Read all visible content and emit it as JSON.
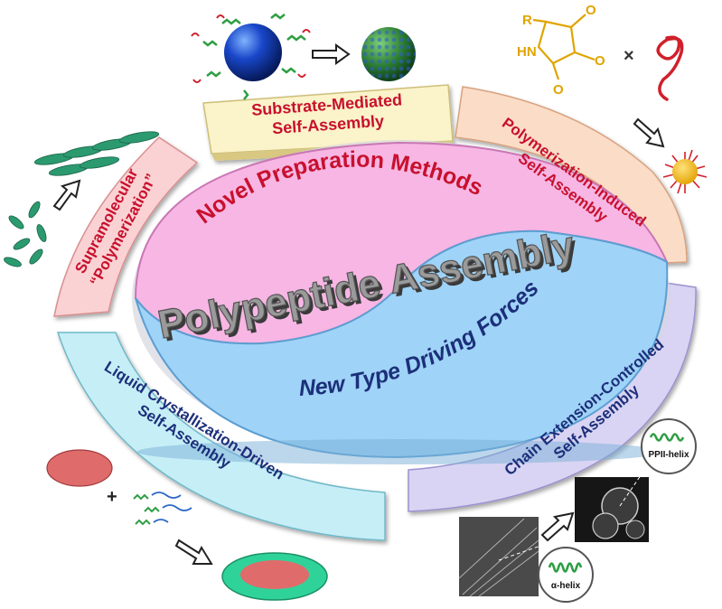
{
  "center": {
    "title": "Polypeptide Assembly",
    "upper_half": "Novel Preparation Methods",
    "lower_half": "New Type Driving Forces"
  },
  "segments": {
    "substrate": [
      "Substrate-Mediated",
      "Self-Assembly"
    ],
    "polymerization_induced": [
      "Polymerization-Induced",
      "Self-Assembly"
    ],
    "supramolecular": [
      "Supramolecular",
      "“Polymerization”"
    ],
    "liquid_crystal": [
      "Liquid Crystallization-Driven",
      "Self-Assembly"
    ],
    "chain_extension": [
      "Chain Extension-Controlled",
      "Self-Assembly"
    ]
  },
  "labels": {
    "monomer_r": "R",
    "monomer_hn": "HN",
    "monomer_o1": "O",
    "monomer_o2": "O",
    "monomer_o3": "O",
    "plus_top": "×",
    "plus_bottom": "+",
    "ppii_helix": "PPII-helix",
    "alpha_helix": "α-helix"
  },
  "colors": {
    "pink": "#f7b6e4",
    "blue": "#9fd3f7",
    "red_text": "#c8102e",
    "navy_text": "#1c2f7a",
    "yellow_band": "#fbf3c9",
    "peach_band": "#fbdcc7",
    "rose_band": "#fbd2d3",
    "cyan_band": "#c6eef6",
    "lavender_band": "#d9d4f3"
  }
}
